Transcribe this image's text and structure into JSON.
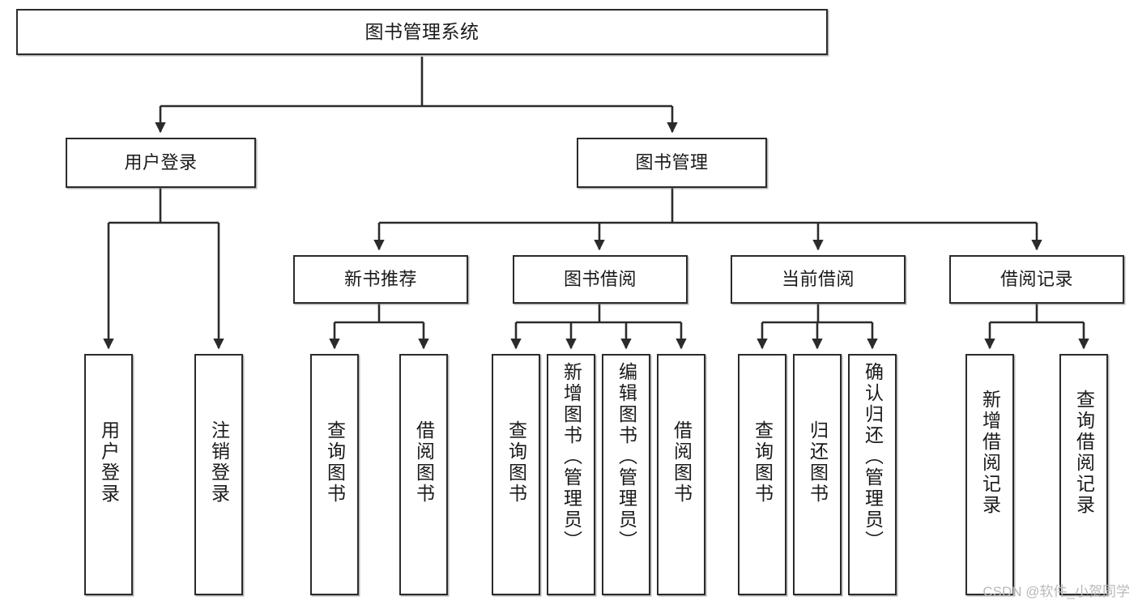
{
  "diagram": {
    "title": "图书管理系统",
    "type": "tree-hierarchy-chart",
    "colors": {
      "node_border": "#2b2b2b",
      "node_fill": "#ffffff",
      "edge": "#2b2b2b",
      "background": "#ffffff",
      "watermark": "#b9b9b9"
    },
    "root": {
      "label": "图书管理系统"
    },
    "level2": [
      {
        "label": "用户登录"
      },
      {
        "label": "图书管理"
      }
    ],
    "level3": [
      {
        "label": "新书推荐"
      },
      {
        "label": "图书借阅"
      },
      {
        "label": "当前借阅"
      },
      {
        "label": "借阅记录"
      }
    ],
    "leaves": {
      "user_login": [
        {
          "label": "用户登录"
        },
        {
          "label": "注销登录"
        }
      ],
      "new_book_recommend": [
        {
          "label": "查询图书"
        },
        {
          "label": "借阅图书"
        }
      ],
      "book_borrow": [
        {
          "label": "查询图书"
        },
        {
          "label": "新增图书（管理员）"
        },
        {
          "label": "编辑图书（管理员）"
        },
        {
          "label": "借阅图书"
        }
      ],
      "current_borrow": [
        {
          "label": "查询图书"
        },
        {
          "label": "归还图书"
        },
        {
          "label": "确认归还（管理员）"
        }
      ],
      "borrow_record": [
        {
          "label": "新增借阅记录"
        },
        {
          "label": "查询借阅记录"
        }
      ]
    }
  },
  "watermark": {
    "text": "CSDN @软件_小贺同学"
  }
}
